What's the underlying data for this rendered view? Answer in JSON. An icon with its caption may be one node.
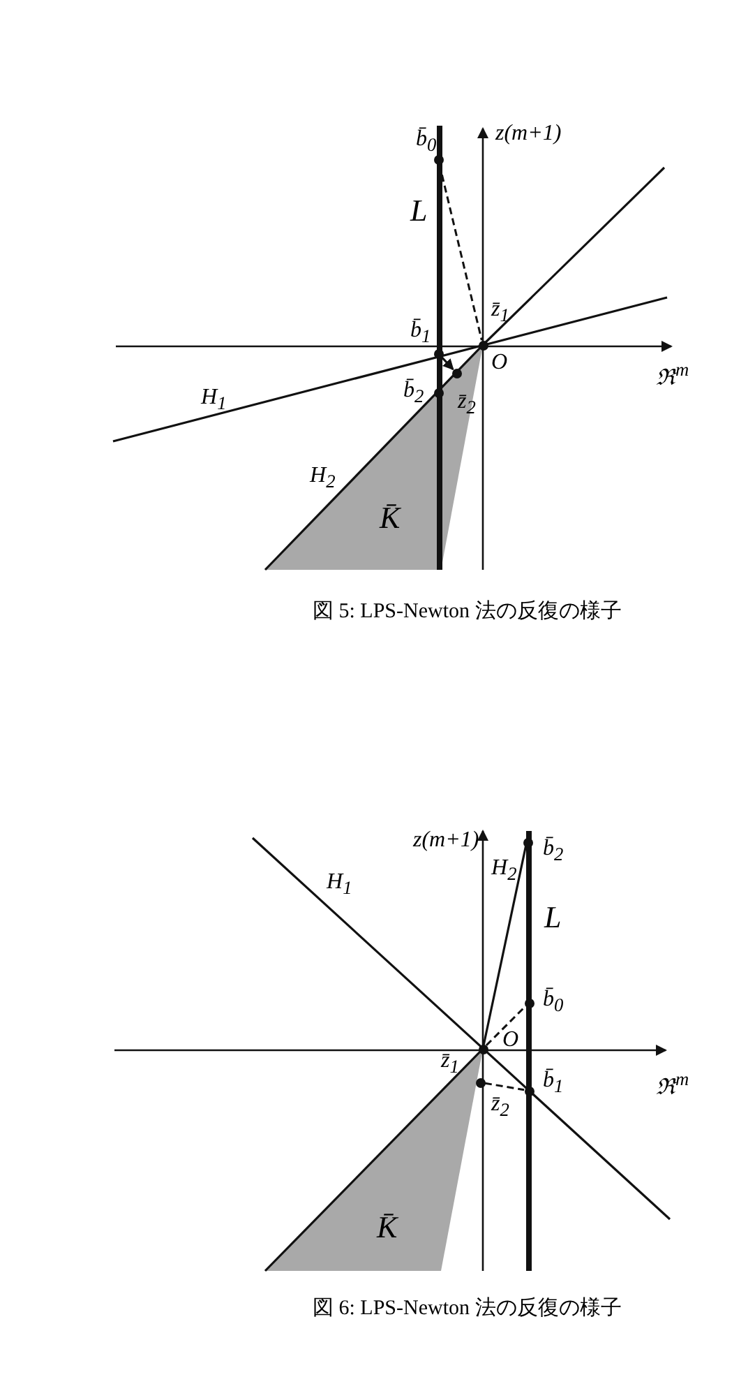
{
  "diagram": {
    "nodes": [
      {
        "text": [
          "b̄$_{0}$"
        ]
      },
      {
        "text": [
          "z̄$_{1}$"
        ]
      },
      {
        "text": [
          "b̄$_{1}$"
        ]
      },
      {
        "text": [
          "b̄$_{2}$"
        ]
      },
      {
        "text": [
          "z̄$_{2}$"
        ]
      },
      {
        "text": [
          "b̄$_{2}$"
        ]
      },
      {
        "text": [
          "b̄$_{0}$"
        ]
      },
      {
        "text": [
          "z̄$_{1}$"
        ]
      },
      {
        "text": [
          "b̄$_{1}$"
        ]
      },
      {
        "text": [
          "z̄$_{2}$"
        ]
      }
    ],
    "edges": [
      {
        "from": 0,
        "to": 1,
        "arrow": "none",
        "style": "dashed"
      },
      {
        "from": 2,
        "to": 4,
        "arrow": "to"
      },
      {
        "from": 7,
        "to": 6,
        "arrow": "none",
        "style": "dashed"
      },
      {
        "from": 9,
        "to": 8,
        "arrow": "none",
        "style": "dashed"
      }
    ],
    "labels": [
      "z(m+1)",
      "L",
      "O",
      "ℜ$^{m}$",
      "H$_{1}$",
      "H$_{2}$",
      "K̄",
      "図 5: LPS-Newton 法の反復の様子",
      "z(m+1)",
      "H$_{1}$",
      "H$_{2}$",
      "L",
      "O",
      "ℜ$^{m}$",
      "K̄",
      "図 6: LPS-Newton 法の反復の様子"
    ]
  }
}
